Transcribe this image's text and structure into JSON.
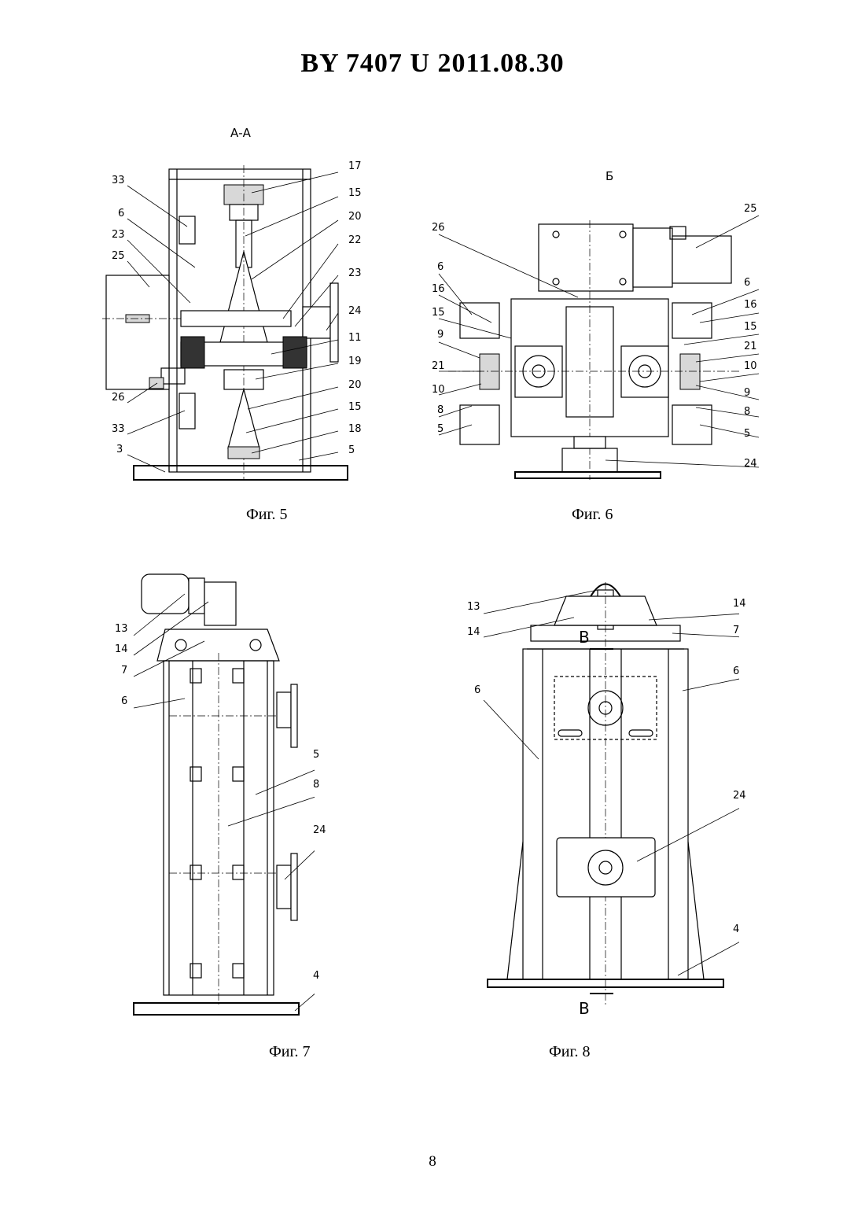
{
  "header": {
    "title": "BY  7407  U  2011.08.30"
  },
  "page_number": "8",
  "figures": {
    "fig5": {
      "caption": "Фиг. 5",
      "view_label": "А-А",
      "left_labels": [
        "33",
        "6",
        "23",
        "25",
        "26",
        "33",
        "3"
      ],
      "right_labels": [
        "17",
        "15",
        "20",
        "22",
        "23",
        "24",
        "11",
        "19",
        "20",
        "15",
        "18",
        "5"
      ]
    },
    "fig6": {
      "caption": "Фиг. 6",
      "view_label": "Б",
      "left_labels": [
        "26",
        "6",
        "16",
        "15",
        "9",
        "21",
        "10",
        "8",
        "5"
      ],
      "right_labels": [
        "25",
        "6",
        "16",
        "15",
        "21",
        "10",
        "9",
        "8",
        "5",
        "24"
      ]
    },
    "fig7": {
      "caption": "Фиг. 7",
      "left_labels": [
        "13",
        "14",
        "7",
        "6"
      ],
      "right_labels": [
        "5",
        "8",
        "24",
        "4"
      ]
    },
    "fig8": {
      "caption": "Фиг. 8",
      "section_mark": "В",
      "left_labels": [
        "13",
        "14",
        "6"
      ],
      "right_labels": [
        "14",
        "7",
        "6",
        "24",
        "4"
      ]
    }
  }
}
